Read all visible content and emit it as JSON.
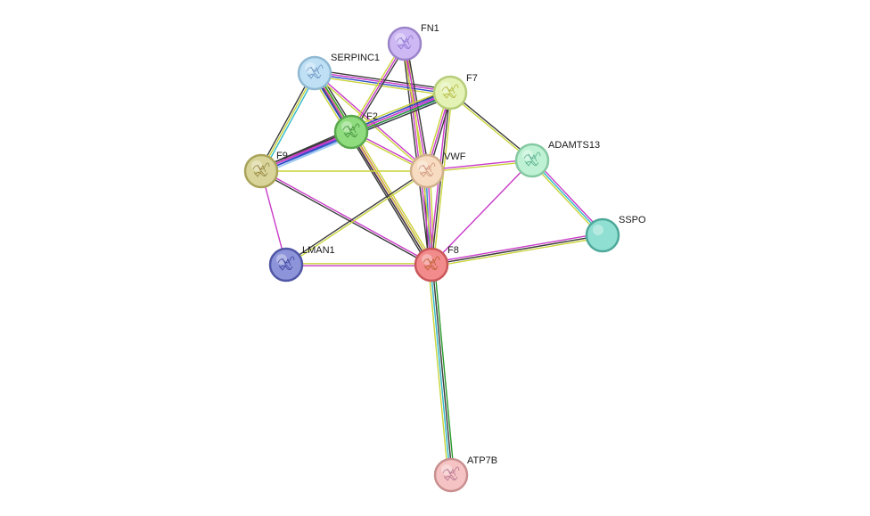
{
  "network": {
    "nodes": [
      {
        "id": "FN1",
        "label": "FN1",
        "fill": "#cdb8f3",
        "stroke": "#9b84c9",
        "glyph": "#8a6fd0"
      },
      {
        "id": "SERPINC1",
        "label": "SERPINC1",
        "fill": "#bfe0f4",
        "stroke": "#8fb9d3",
        "glyph": "#6a8fc0"
      },
      {
        "id": "F7",
        "label": "F7",
        "fill": "#e4f3b5",
        "stroke": "#b6cd79",
        "glyph": "#b3b33a"
      },
      {
        "id": "F2",
        "label": "F2",
        "fill": "#8fdc7f",
        "stroke": "#5aa84d",
        "glyph": "#3f8a3a"
      },
      {
        "id": "F9",
        "label": "F9",
        "fill": "#d9d59a",
        "stroke": "#a9a35a",
        "glyph": "#8f7d3a"
      },
      {
        "id": "VWF",
        "label": "VWF",
        "fill": "#f7dcc1",
        "stroke": "#d1b08c",
        "glyph": "#c98e78"
      },
      {
        "id": "ADAMTS13",
        "label": "ADAMTS13",
        "fill": "#bff2d4",
        "stroke": "#85c9a2",
        "glyph": "#4fa98a"
      },
      {
        "id": "SSPO",
        "label": "SSPO",
        "fill": "#8fdfd2",
        "stroke": "#4fa99b",
        "glyph": ""
      },
      {
        "id": "LMAN1",
        "label": "LMAN1",
        "fill": "#8d94d9",
        "stroke": "#4f57a6",
        "glyph": "#3a3f9a"
      },
      {
        "id": "F8",
        "label": "F8",
        "fill": "#f28b8b",
        "stroke": "#c9575a",
        "glyph": "#b85a2a"
      },
      {
        "id": "ATP7B",
        "label": "ATP7B",
        "fill": "#f5c3c3",
        "stroke": "#c98f8f",
        "glyph": "#b3708f"
      }
    ],
    "edges": [
      {
        "from": "F8",
        "to": "ATP7B",
        "colors": [
          "#2a9b2a",
          "#3a3a3a",
          "#2fb8c9",
          "#c9d43a"
        ]
      },
      {
        "from": "F8",
        "to": "SSPO",
        "colors": [
          "#c93ac9",
          "#3a3a3a",
          "#c9d43a"
        ]
      },
      {
        "from": "F8",
        "to": "LMAN1",
        "colors": [
          "#c93ac9",
          "#c9d43a"
        ]
      },
      {
        "from": "F8",
        "to": "ADAMTS13",
        "colors": [
          "#c93ac9"
        ]
      },
      {
        "from": "F8",
        "to": "VWF",
        "colors": [
          "#3a3a3a",
          "#2f8fc9",
          "#c93ac9",
          "#c9d43a"
        ]
      },
      {
        "from": "F8",
        "to": "F2",
        "colors": [
          "#3a3a3a",
          "#c93ac9",
          "#e02a6a",
          "#c9d43a"
        ]
      },
      {
        "from": "F8",
        "to": "F9",
        "colors": [
          "#3a3a3a",
          "#c93ac9"
        ]
      },
      {
        "from": "F8",
        "to": "SERPINC1",
        "colors": [
          "#3a3a3a",
          "#c9d43a"
        ]
      },
      {
        "from": "F8",
        "to": "FN1",
        "colors": [
          "#3a3a3a",
          "#c93ac9",
          "#c9d43a"
        ]
      },
      {
        "from": "F8",
        "to": "F7",
        "colors": [
          "#c93ac9",
          "#3a3a3a",
          "#c9d43a"
        ]
      },
      {
        "from": "F9",
        "to": "LMAN1",
        "colors": [
          "#c93ac9"
        ]
      },
      {
        "from": "F9",
        "to": "VWF",
        "colors": [
          "#c9d43a"
        ]
      },
      {
        "from": "F9",
        "to": "F2",
        "colors": [
          "#3a3a3a",
          "#c93ac9",
          "#2f4fc9",
          "#9fc9f0"
        ]
      },
      {
        "from": "F9",
        "to": "F7",
        "colors": [
          "#3a3a3a",
          "#c93ac9",
          "#2f4fc9",
          "#9fc9f0"
        ]
      },
      {
        "from": "F9",
        "to": "SERPINC1",
        "colors": [
          "#3a3a3a",
          "#c9d43a",
          "#2fb8c9"
        ]
      },
      {
        "from": "LMAN1",
        "to": "VWF",
        "colors": [
          "#3a3a3a",
          "#c9d43a"
        ]
      },
      {
        "from": "SERPINC1",
        "to": "F2",
        "colors": [
          "#3a3a3a",
          "#2a9b2a",
          "#c93ac9",
          "#2f4fc9",
          "#c9d43a"
        ]
      },
      {
        "from": "SERPINC1",
        "to": "F7",
        "colors": [
          "#3a3a3a",
          "#c93ac9",
          "#2f4fc9",
          "#c9d43a"
        ]
      },
      {
        "from": "SERPINC1",
        "to": "VWF",
        "colors": [
          "#c93ac9",
          "#c9d43a"
        ]
      },
      {
        "from": "FN1",
        "to": "F2",
        "colors": [
          "#3a3a3a",
          "#c93ac9",
          "#c9d43a"
        ]
      },
      {
        "from": "FN1",
        "to": "VWF",
        "colors": [
          "#3a3a3a",
          "#c93ac9",
          "#c9d43a"
        ]
      },
      {
        "from": "F7",
        "to": "F2",
        "colors": [
          "#3a3a3a",
          "#2a9b2a",
          "#c93ac9",
          "#2f4fc9",
          "#c9d43a"
        ]
      },
      {
        "from": "F7",
        "to": "VWF",
        "colors": [
          "#3a3a3a",
          "#c93ac9",
          "#c9d43a"
        ]
      },
      {
        "from": "F7",
        "to": "ADAMTS13",
        "colors": [
          "#3a3a3a",
          "#c9d43a"
        ]
      },
      {
        "from": "F2",
        "to": "VWF",
        "colors": [
          "#c93ac9",
          "#c9d43a"
        ]
      },
      {
        "from": "VWF",
        "to": "ADAMTS13",
        "colors": [
          "#c93ac9",
          "#c9d43a"
        ]
      },
      {
        "from": "ADAMTS13",
        "to": "SSPO",
        "colors": [
          "#c93ac9",
          "#2fb8c9",
          "#c9d43a"
        ]
      }
    ]
  }
}
